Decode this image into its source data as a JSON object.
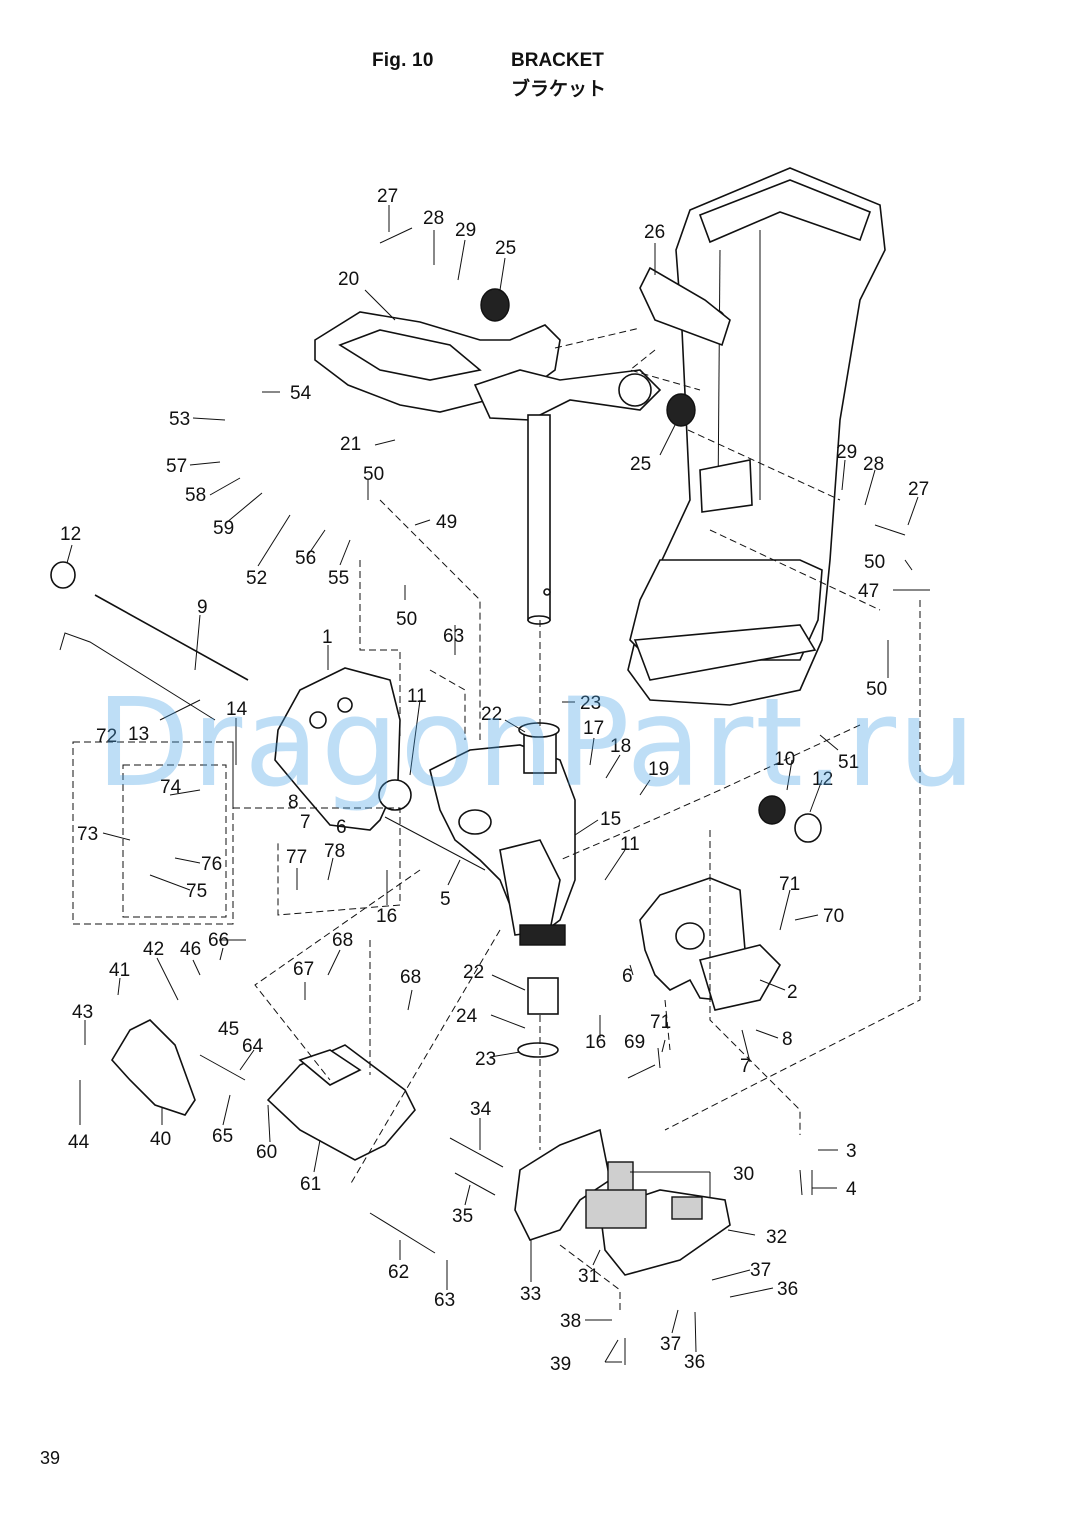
{
  "figure": {
    "number": "Fig. 10",
    "title": "BRACKET",
    "title_jp": "ブラケット"
  },
  "page_number": "39",
  "watermark": "DragonPart.ru",
  "callouts": [
    "1",
    "2",
    "3",
    "4",
    "5",
    "6",
    "6",
    "7",
    "7",
    "8",
    "8",
    "9",
    "10",
    "11",
    "11",
    "12",
    "12",
    "13",
    "14",
    "15",
    "16",
    "16",
    "17",
    "18",
    "19",
    "20",
    "21",
    "22",
    "22",
    "23",
    "23",
    "24",
    "25",
    "25",
    "26",
    "27",
    "27",
    "28",
    "28",
    "29",
    "29",
    "30",
    "31",
    "32",
    "33",
    "34",
    "35",
    "36",
    "36",
    "37",
    "37",
    "38",
    "39",
    "40",
    "41",
    "42",
    "43",
    "44",
    "45",
    "46",
    "47",
    "49",
    "50",
    "50",
    "50",
    "50",
    "51",
    "52",
    "53",
    "54",
    "55",
    "56",
    "57",
    "58",
    "59",
    "60",
    "61",
    "62",
    "63",
    "63",
    "64",
    "65",
    "66",
    "67",
    "68",
    "68",
    "69",
    "70",
    "71",
    "71",
    "72",
    "73",
    "74",
    "75",
    "76",
    "77",
    "78"
  ]
}
